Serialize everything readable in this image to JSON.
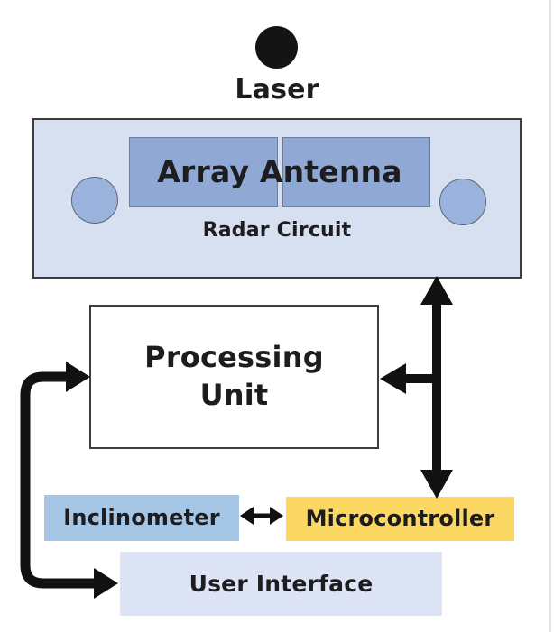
{
  "diagram_type": "system-block-diagram",
  "nodes": {
    "laser": {
      "label": "Laser",
      "color": "#141414"
    },
    "radar_circuit": {
      "label": "Radar Circuit",
      "color": "#d6e0f1"
    },
    "array_antenna": {
      "label": "Array Antenna",
      "color": "#8fa8d4"
    },
    "screw_circle": {
      "color": "#9ab3dc"
    },
    "processing_unit": {
      "label": "Processing Unit",
      "color": "#ffffff"
    },
    "inclinometer": {
      "label": "Inclinometer",
      "color": "#a6c6e6"
    },
    "microcontroller": {
      "label": "Microcontroller",
      "color": "#fbd863"
    },
    "user_interface": {
      "label": "User Interface",
      "color": "#dce4f5"
    }
  },
  "edges": [
    {
      "from": "Radar Circuit",
      "to": "Processing Unit",
      "style": "bidirectional-arrow"
    },
    {
      "from": "Radar Circuit",
      "to": "Microcontroller",
      "style": "bidirectional-arrow"
    },
    {
      "from": "Processing Unit",
      "to": "User Interface",
      "style": "bidirectional-arrow"
    },
    {
      "from": "Inclinometer",
      "to": "Microcontroller",
      "style": "bidirectional-arrow"
    }
  ],
  "arrow_color": "#111111"
}
